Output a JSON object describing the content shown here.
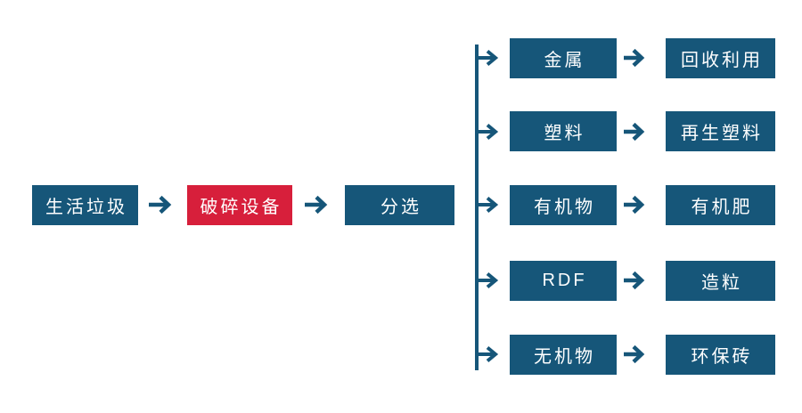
{
  "colors": {
    "box_blue": "#165679",
    "box_red": "#D71F3B",
    "arrow_blue": "#165679",
    "label_text": "#FFFFFF",
    "background": "#FFFFFF"
  },
  "main_flow": {
    "nodes": [
      {
        "label": "生活垃圾",
        "variant": "blue"
      },
      {
        "label": "破碎设备",
        "variant": "red"
      },
      {
        "label": "分选",
        "variant": "blue"
      }
    ]
  },
  "branches": [
    {
      "output": "金属",
      "result": "回收利用"
    },
    {
      "output": "塑料",
      "result": "再生塑料"
    },
    {
      "output": "有机物",
      "result": "有机肥"
    },
    {
      "output": "RDF",
      "result": "造粒"
    },
    {
      "output": "无机物",
      "result": "环保砖"
    }
  ]
}
